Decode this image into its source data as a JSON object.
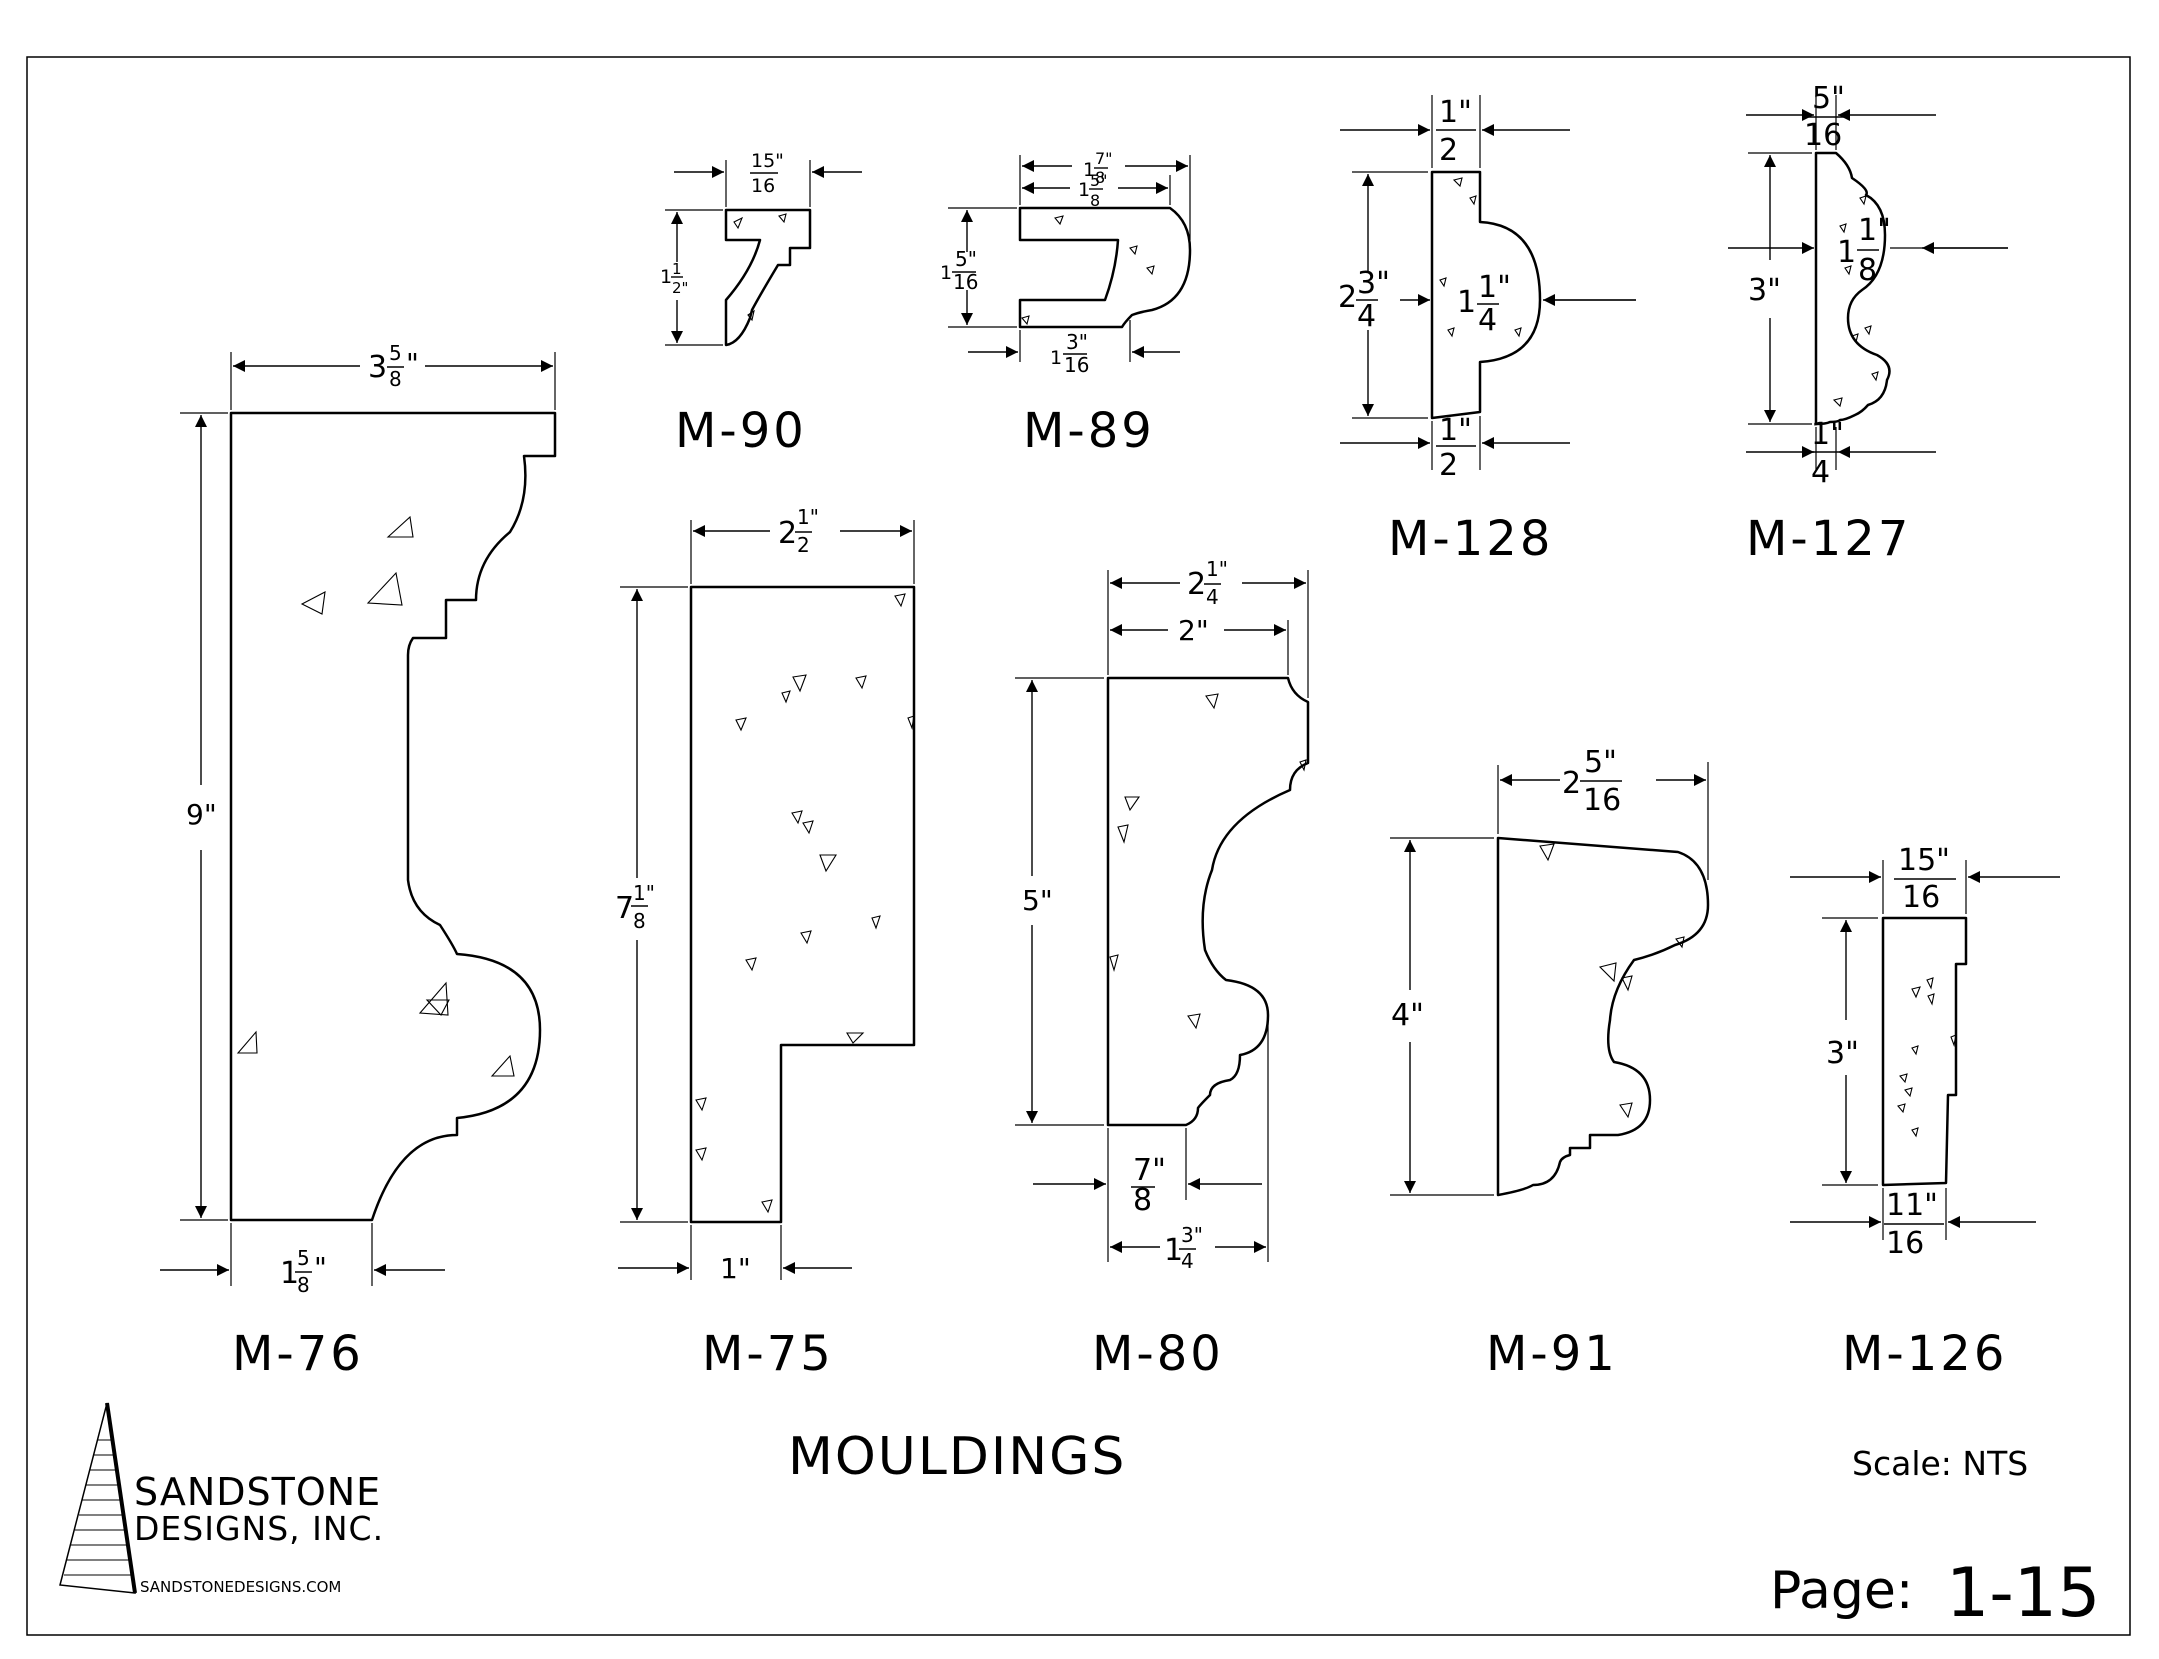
{
  "sheet": {
    "title": "MOULDINGS",
    "scale": "Scale: NTS",
    "page_label": "Page:",
    "page_number": "1-15",
    "company_line1": "SANDSTONE",
    "company_line2": "DESIGNS, INC.",
    "website": "SANDSTONEDESIGNS.COM"
  },
  "mouldings": [
    {
      "id": "M-76",
      "dims": {
        "width": "3⁵⁄₈\"",
        "height": "9\"",
        "base": "1⁵⁄₈\""
      }
    },
    {
      "id": "M-90",
      "dims": {
        "width": "15/16\"",
        "height": "1½\""
      }
    },
    {
      "id": "M-89",
      "dims": {
        "overall": "1 7/8\"",
        "inner": "1 5/8\"",
        "height": "1 5/16\"",
        "base": "1 3/16\""
      }
    },
    {
      "id": "M-128",
      "dims": {
        "top": "1/2\"",
        "height": "2 3/4\"",
        "projection": "1 1/4\"",
        "bottom": "1/2\""
      }
    },
    {
      "id": "M-127",
      "dims": {
        "top": "5/16\"",
        "height": "3\"",
        "projection": "1 1/8\"",
        "bottom": "1/4\""
      }
    },
    {
      "id": "M-75",
      "dims": {
        "width": "2 1/2\"",
        "height": "7 1/8\"",
        "base": "1\""
      }
    },
    {
      "id": "M-80",
      "dims": {
        "overall": "2 1/4\"",
        "inner": "2\"",
        "height": "5\"",
        "base": "7/8\"",
        "base_overall": "1 3/4\""
      }
    },
    {
      "id": "M-91",
      "dims": {
        "width": "2 5/16\"",
        "height": "4\""
      }
    },
    {
      "id": "M-126",
      "dims": {
        "top": "15/16\"",
        "height": "3\"",
        "bottom": "11/16\""
      }
    }
  ],
  "dim_text": {
    "m76_w": "3",
    "m76_wn": "5",
    "m76_wd": "8",
    "m76_h": "9\"",
    "m76_b": "1",
    "m76_bn": "5",
    "m76_bd": "8",
    "m90_wn": "15\"",
    "m90_wd": "16",
    "m90_h": "1",
    "m90_hn": "1",
    "m90_hd": "2\"",
    "m89_o": "1",
    "m89_on": "7\"",
    "m89_od": "8",
    "m89_i": "1",
    "m89_in": "5\"",
    "m89_id": "8",
    "m89_h": "1",
    "m89_hn": "5\"",
    "m89_hd": "16",
    "m89_b": "1",
    "m89_bn": "3\"",
    "m89_bd": "16",
    "m128_tn": "1\"",
    "m128_td": "2",
    "m128_h": "2",
    "m128_hn": "3\"",
    "m128_hd": "4",
    "m128_p": "1",
    "m128_pn": "1\"",
    "m128_pd": "4",
    "m128_bn": "1\"",
    "m128_bd": "2",
    "m127_tn": "5\"",
    "m127_td": "16",
    "m127_h": "3\"",
    "m127_p": "1",
    "m127_pn": "1\"",
    "m127_pd": "8",
    "m127_bn": "1\"",
    "m127_bd": "4",
    "m75_w": "2",
    "m75_wn": "1\"",
    "m75_wd": "2",
    "m75_h": "7",
    "m75_hn": "1\"",
    "m75_hd": "8",
    "m75_b": "1\"",
    "m80_o": "2",
    "m80_on": "1\"",
    "m80_od": "4",
    "m80_i": "2\"",
    "m80_h": "5\"",
    "m80_bn": "7\"",
    "m80_bd": "8",
    "m80_bo": "1",
    "m80_bon": "3\"",
    "m80_bod": "4",
    "m91_w": "2",
    "m91_wn": "5\"",
    "m91_wd": "16",
    "m91_h": "4\"",
    "m126_tn": "15\"",
    "m126_td": "16",
    "m126_h": "3\"",
    "m126_bn": "11\"",
    "m126_bd": "16"
  },
  "colors": {
    "line": "#000000",
    "background": "#ffffff"
  }
}
